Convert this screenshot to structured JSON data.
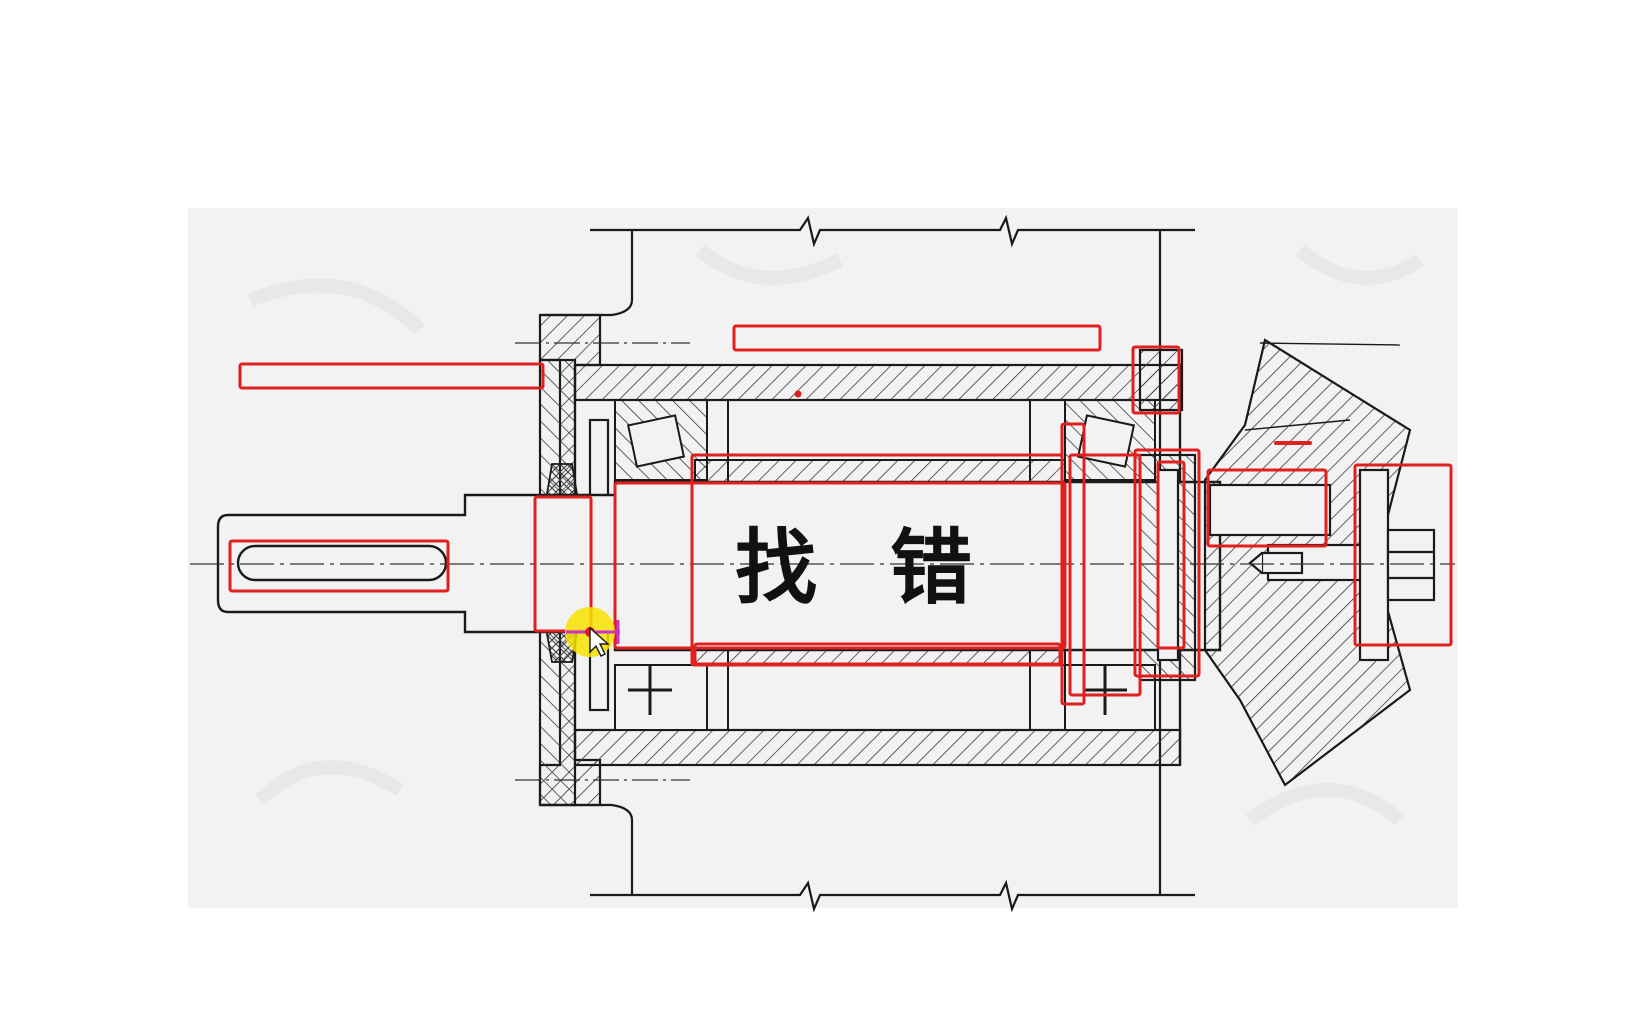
{
  "title_chars": {
    "first": "找",
    "second": "错"
  },
  "markers": {
    "count": 14,
    "color": "#e02020"
  },
  "colors": {
    "ink": "#1a1a1a",
    "hatch": "#3a3a3a",
    "paper": "#f2f2f2",
    "marker": "#e02020",
    "cursor_halo": "#f7e300",
    "cursor_accent": "#cc33cc"
  },
  "icons": {
    "cursor": "mouse-pointer-icon"
  }
}
